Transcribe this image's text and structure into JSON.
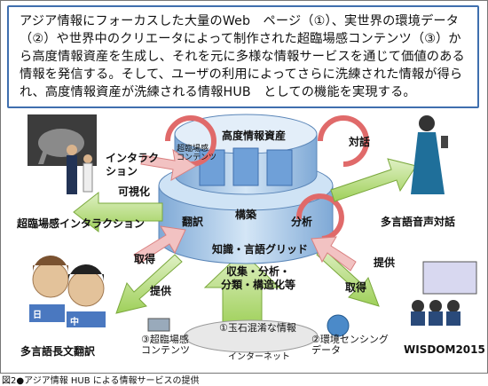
{
  "intro_text": "アジア情報にフォーカスした大量のWeb　ページ（①）、実世界の環境データ（②）や世界中のクリエータによって制作された超臨場感コンテンツ（③）から高度情報資産を生成し、それを元に多様な情報サービスを通じて価値のある情報を発信する。そして、ユーザの利用によってさらに洗練された情報が得られ、高度情報資産が洗練される情報HUB　としての機能を実現する。",
  "diagram": {
    "center_top": "高度情報資産",
    "center_bottom": "知識・言語グリッド",
    "process_1": "翻訳",
    "process_2": "構築",
    "process_3": "分析",
    "small_label": "超臨場感\nコンテンツ",
    "interaction_arrow": "インタラク\nション",
    "visualize": "可視化",
    "dialogue": "対話",
    "left_top_caption": "超臨場感インタラクション",
    "right_top_caption": "多言語音声対話",
    "left_bottom_caption": "多言語長文翻訳",
    "right_bottom_caption": "WISDOM2015",
    "acquire_left": "取得",
    "provide_left": "提供",
    "provide_right": "提供",
    "acquire_right": "取得",
    "collect_label": "収集・分析・\n分類・構造化等",
    "source_1": "①玉石混淆な情報",
    "source_2": "②環境センシング\nデータ",
    "source_3": "③超臨場感\nコンテンツ",
    "internet": "インターネット",
    "flag_1": "日",
    "flag_2": "中"
  },
  "caption": "図2●アジア情報 HUB による情報サービスの提供",
  "colors": {
    "border_blue": "#3f6fae",
    "cylinder_blue": "#b9d6ee",
    "arrow_green": "#8cc63f",
    "arrow_pink": "#f2b8b8",
    "cycle_pink": "#e06a6a"
  }
}
